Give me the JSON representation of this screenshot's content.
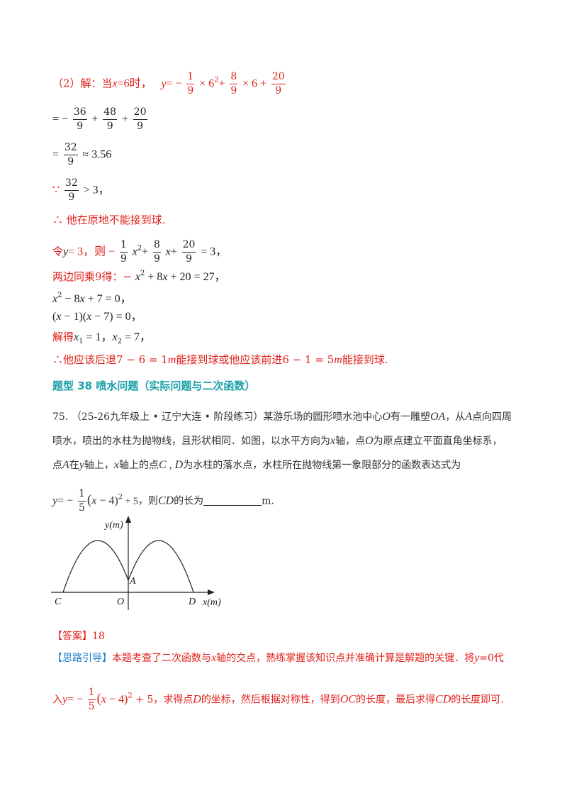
{
  "solution": {
    "l1_prefix": "（2）解：当",
    "l1_x": "x",
    "l1_eq6": "=6时，",
    "l1_y": "y",
    "l1_eq": "= −",
    "f1_num": "1",
    "f1_den": "9",
    "l1_times": "× 6",
    "l1_sup": "2",
    "l1_plus": "+",
    "f2_num": "8",
    "f2_den": "9",
    "l1_times6": "× 6 +",
    "f3_num": "20",
    "f3_den": "9",
    "l2_eq": "= −",
    "f4_num": "36",
    "f4_den": "9",
    "l2_plus1": "+",
    "f5_num": "48",
    "f5_den": "9",
    "l2_plus2": "+",
    "f6_num": "20",
    "f6_den": "9",
    "l3_eq": "=",
    "f7_num": "32",
    "f7_den": "9",
    "l3_approx": "≈ 3.56",
    "l4_because": "∵",
    "f8_num": "32",
    "f8_den": "9",
    "l4_gt": "> 3，",
    "l5": "∴ 他在原地不能接到球.",
    "l6_prefix": "令",
    "l6_y": "y",
    "l6_eq3": "= 3，则 −",
    "f9_num": "1",
    "f9_den": "9",
    "l6_x1": "x",
    "l6_sup": "2",
    "l6_plus1": "+",
    "f10_num": "8",
    "f10_den": "9",
    "l6_x2": "x",
    "l6_plus2": "+",
    "f11_num": "20",
    "f11_den": "9",
    "l6_end": "= 3，",
    "l7_prefix": "两边同乘9得：− ",
    "l7_x": "x",
    "l7_sup": "2",
    "l7_mid": " + 8",
    "l7_x2": "x",
    "l7_end": " + 20 = 27，",
    "l8_x": "x",
    "l8_sup": "2",
    "l8_mid": " − 8",
    "l8_x2": "x",
    "l8_end": " + 7 = 0，",
    "l9_a": "(",
    "l9_x1": "x",
    "l9_b": " − 1)(",
    "l9_x2": "x",
    "l9_c": " − 7) = 0，",
    "l10_prefix": "解得",
    "l10_x1": "x",
    "l10_sub1": "1",
    "l10_mid": " = 1，",
    "l10_x2": "x",
    "l10_sub2": "2",
    "l10_end": " = 7，",
    "l11_a": "∴他应该后退7 − 6 = 1",
    "l11_m1": "m",
    "l11_b": "能接到球或他应该前进6 − 1 = 5",
    "l11_m2": "m",
    "l11_c": "能接到球."
  },
  "section_title": "题型 38  喷水问题（实际问题与二次函数）",
  "problem": {
    "p1": "75.  （25-26九年级上 • 辽宁大连 • 阶段练习）某游乐场的圆形喷水池中心",
    "p1_O": "O",
    "p1_b": "有一雕塑",
    "p1_OA": "OA",
    "p1_c": "，从",
    "p1_A": "A",
    "p1_d": "点向四周",
    "p2_a": "喷水，喷出的水柱为抛物线，且形状相同．如图，以水平方向为",
    "p2_x": "x",
    "p2_b": "轴，点",
    "p2_O": "O",
    "p2_c": "为原点建立平面直角坐标系，",
    "p3_a": "点",
    "p3_A": "A",
    "p3_b": "在",
    "p3_y": "y",
    "p3_c": "轴上，",
    "p3_x": "x",
    "p3_d": "轴上的点",
    "p3_CD": "C , D",
    "p3_e": "为水柱的落水点，水柱所在抛物线第一象限部分的函数表达式为",
    "p4_y": "y",
    "p4_eq": "= −",
    "f_num": "1",
    "f_den": "5",
    "p4_paren": "(",
    "p4_x": "x",
    "p4_paren2": " − 4)",
    "p4_sup": "2",
    "p4_plus": " + 5，则",
    "p4_CD": "CD",
    "p4_end": "的长为",
    "p4_unit": "m."
  },
  "figure": {
    "y_label": "y(m)",
    "x_label": "x(m)",
    "label_A": "A",
    "label_C": "C",
    "label_O": "O",
    "label_D": "D"
  },
  "answer": {
    "label": "【答案】",
    "value": "18"
  },
  "hint": {
    "label": "【思路引导】",
    "t1": "本题考查了二次函数与",
    "t1_x": "x",
    "t2": "轴的交点，熟练掌握该知识点并准确计算是解题的关键．将",
    "t2_y": "y",
    "t3": "=0代",
    "t4": "入",
    "t4_y": "y",
    "t4_eq": "= −",
    "f_num": "1",
    "f_den": "5",
    "t5_paren": "(",
    "t5_x": "x",
    "t5_paren2": " − 4)",
    "t5_sup": "2",
    "t5_plus": " + 5，求得点",
    "t5_D": "D",
    "t6": "的坐标，然后根据对称性，得到",
    "t6_OC": "OC",
    "t7": "的长度，最后求得",
    "t7_CD": "CD",
    "t8": "的长度即可."
  }
}
